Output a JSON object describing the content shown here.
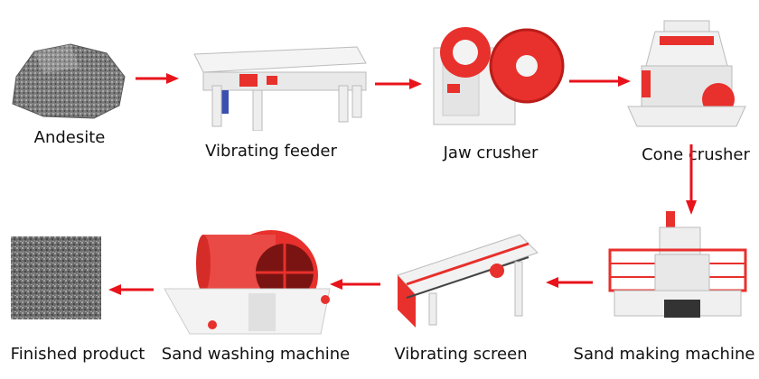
{
  "colors": {
    "arrow": "#e8131b",
    "machine_red": "#e8302c",
    "machine_white": "#f2f2f2"
  },
  "steps": [
    {
      "label": "Andesite",
      "icon": "andesite-rock"
    },
    {
      "label": "Vibrating feeder",
      "icon": "vibrating-feeder"
    },
    {
      "label": "Jaw crusher",
      "icon": "jaw-crusher"
    },
    {
      "label": "Cone crusher",
      "icon": "cone-crusher"
    },
    {
      "label": "Sand making machine",
      "icon": "sand-making-machine"
    },
    {
      "label": "Vibrating screen",
      "icon": "vibrating-screen"
    },
    {
      "label": "Sand washing machine",
      "icon": "sand-washing-machine"
    },
    {
      "label": "Finished product",
      "icon": "finished-sand"
    }
  ]
}
